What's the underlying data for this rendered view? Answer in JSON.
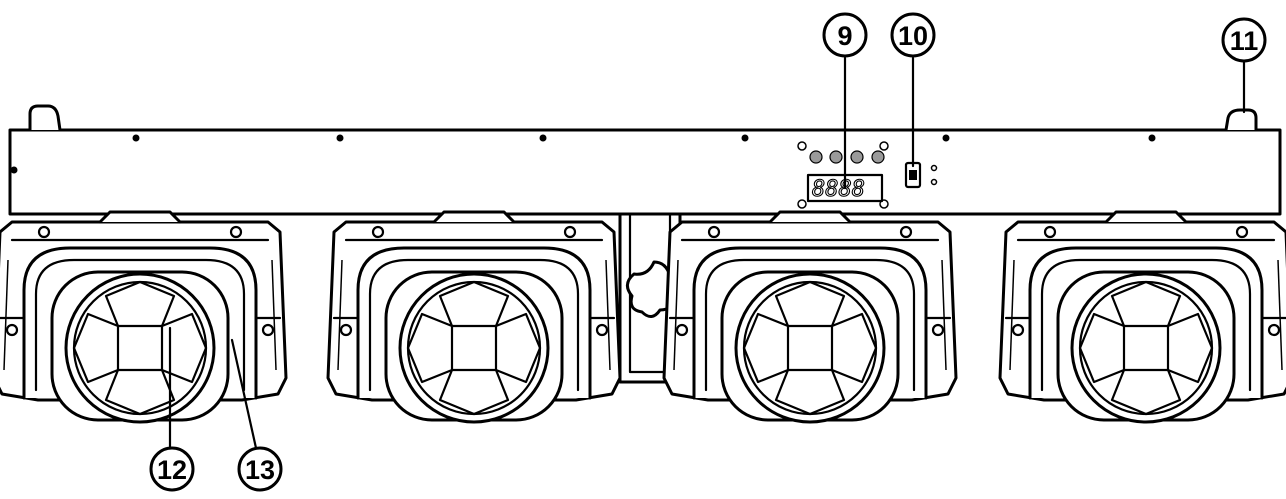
{
  "colors": {
    "line": "#000000",
    "background": "#ffffff"
  },
  "display": {
    "readout": "8888"
  },
  "callouts": [
    {
      "id": "9",
      "label": "9",
      "target": "display"
    },
    {
      "id": "10",
      "label": "10",
      "target": "usb-port"
    },
    {
      "id": "11",
      "label": "11",
      "target": "bar-foot"
    },
    {
      "id": "12",
      "label": "12",
      "target": "lens"
    },
    {
      "id": "13",
      "label": "13",
      "target": "yoke"
    }
  ],
  "heads": {
    "count": 4,
    "icon": "moving-head-icon"
  }
}
